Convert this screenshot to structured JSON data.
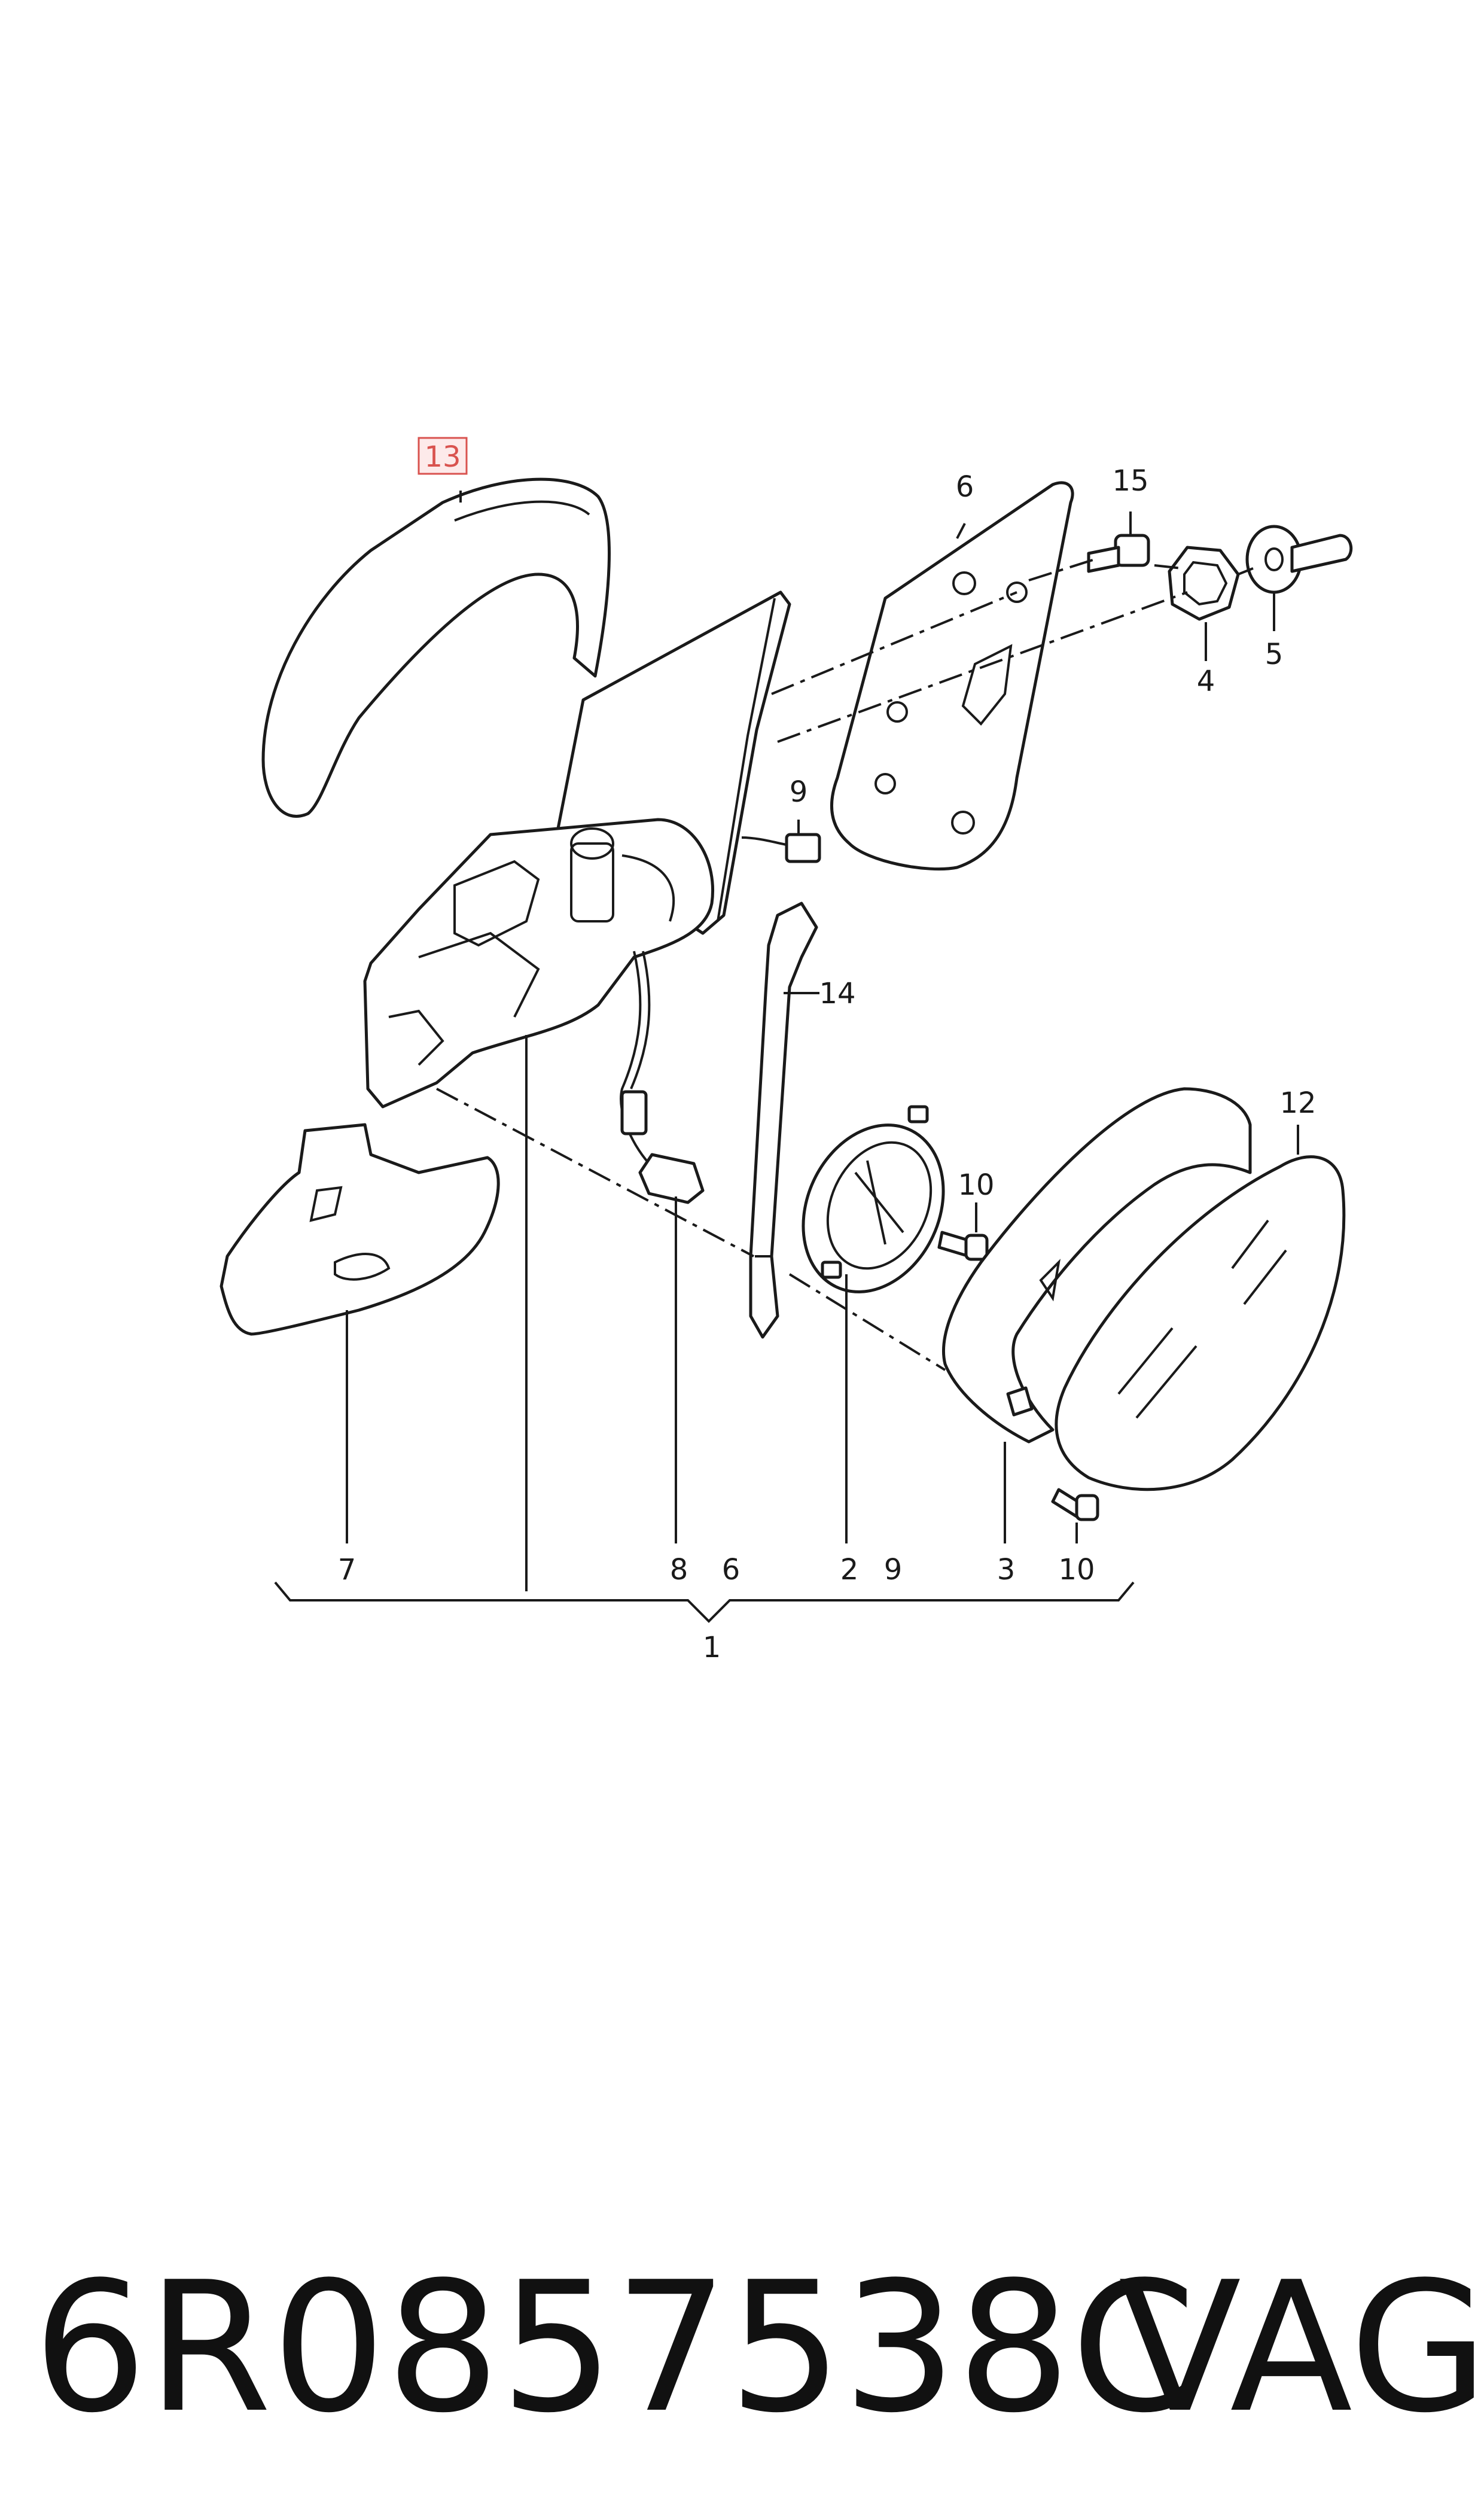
{
  "diagram": {
    "callouts": {
      "c13": "13",
      "c6_top": "6",
      "c15": "15",
      "c4": "4",
      "c5": "5",
      "c9_top": "9",
      "c14": "14",
      "c12": "12",
      "c10_mid": "10",
      "c7": "7",
      "c8": "8",
      "c6_bottom": "6",
      "c2": "2",
      "c9_bottom": "9",
      "c3": "3",
      "c10_bottom": "10",
      "c1": "1"
    },
    "highlighted_callout": "13",
    "highlight_color": "#d9534f"
  },
  "footer": {
    "part_number": "6R0857538C",
    "brand": "VAG"
  }
}
